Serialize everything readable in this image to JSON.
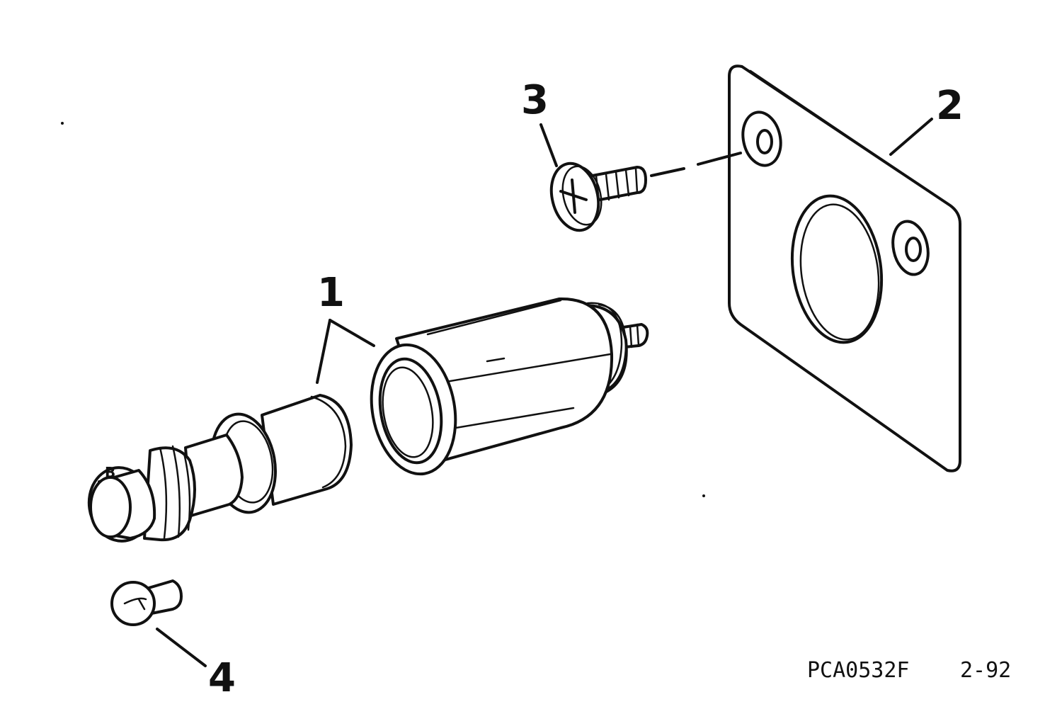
{
  "callouts": [
    {
      "id": "1",
      "label": "1"
    },
    {
      "id": "2",
      "label": "2"
    },
    {
      "id": "3",
      "label": "3"
    },
    {
      "id": "4",
      "label": "4"
    }
  ],
  "figure": {
    "code": "PCA0532F",
    "revision": "2-92"
  },
  "colors": {
    "ink": "#111111",
    "paper": "#ffffff"
  }
}
